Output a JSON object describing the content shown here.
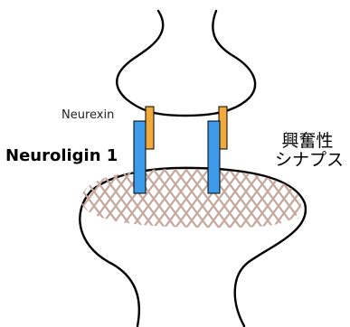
{
  "labels": {
    "neurexin": "Neurexin",
    "neuroligin": "Neuroligin 1",
    "synapse_line1": "興奮性",
    "synapse_line2": "シナプス"
  },
  "colors": {
    "outline": "#000000",
    "neurexin": "#f2a93b",
    "neuroligin": "#3d9be9",
    "psd_mesh": "#c7a79c",
    "background": "#ffffff"
  }
}
